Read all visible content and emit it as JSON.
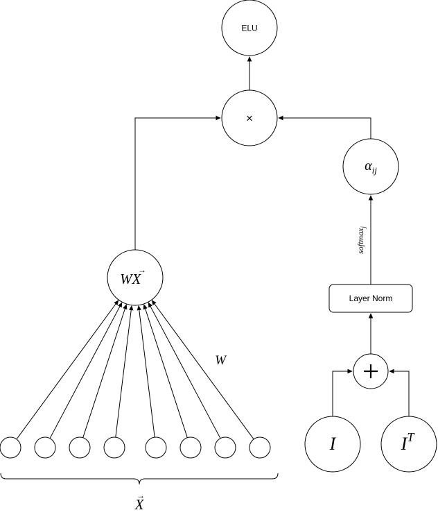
{
  "nodes": {
    "elu": "ELU",
    "multiply": "×",
    "alpha": {
      "base": "α",
      "sub": "ij"
    },
    "wx": {
      "w": "W",
      "x": "X",
      "arrow": "→"
    },
    "layer_norm": "Layer Norm",
    "plus": "+",
    "identity": "I",
    "identity_t": {
      "base": "I",
      "sup": "T"
    }
  },
  "edge_labels": {
    "softmax": {
      "base": "softmax",
      "sub": "j"
    },
    "weight": "W"
  },
  "input_vector": {
    "label": {
      "x": "X",
      "arrow": "→"
    },
    "count": 8
  }
}
